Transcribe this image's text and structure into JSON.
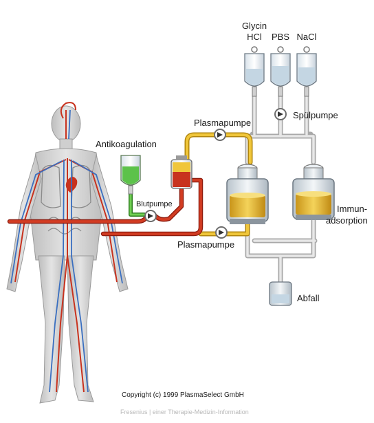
{
  "labels": {
    "glycin_line1": "Glycin",
    "glycin_line2": "HCl",
    "pbs": "PBS",
    "nacl": "NaCl",
    "spuelpumpe": "Spülpumpe",
    "plasmapumpe_top": "Plasmapumpe",
    "antikoagulation": "Antikoagulation",
    "blutpumpe": "Blutpumpe",
    "immun_line1": "Immun-",
    "immun_line2": "adsorption",
    "plasmapumpe_bottom": "Plasmapumpe",
    "abfall": "Abfall"
  },
  "copyright": "Copyright (c) 1999 PlasmaSelect GmbH",
  "faint_caption": "Fresenius | einer Therapie-Medizin-Information",
  "colors": {
    "blood": "#c8321e",
    "plasma": "#e6b422",
    "anticoag": "#4caf3c",
    "tube": "#cfcfcf",
    "vein": "#3a6fc0",
    "skin": "#cdcdcd"
  }
}
